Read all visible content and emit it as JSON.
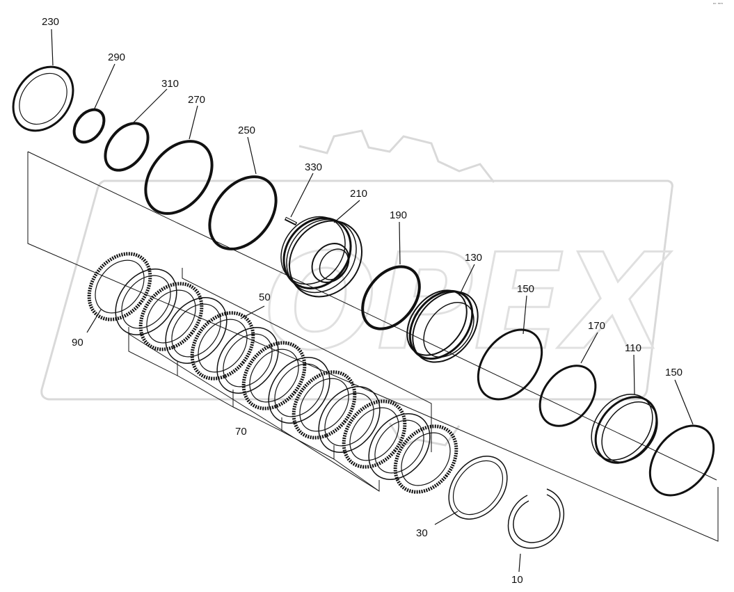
{
  "diagram": {
    "type": "exploded-parts-view",
    "watermark": "OPEX",
    "corner_mark": "ᵒᶜ ᵐᵐ",
    "callouts": [
      "230",
      "290",
      "310",
      "270",
      "250",
      "330",
      "210",
      "190",
      "130",
      "150",
      "170",
      "110",
      "150",
      "90",
      "50",
      "70",
      "30",
      "10"
    ],
    "colors": {
      "line": "#111111",
      "watermark": "#d9d9d9"
    }
  }
}
